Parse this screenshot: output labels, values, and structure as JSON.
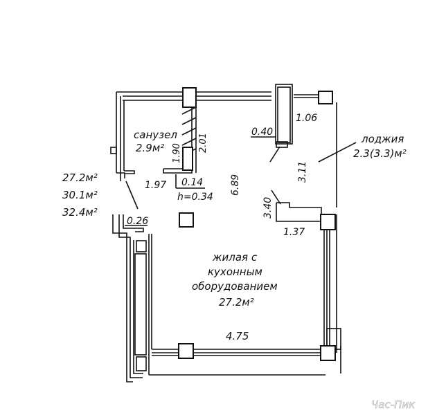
{
  "labels": {
    "bathroom_name": "санузел",
    "bathroom_area": "2.9м²",
    "dim_190": "1.90",
    "dim_201": "2.01",
    "dim_040": "0.40",
    "dim_106": "1.06",
    "loggia_name": "лоджия",
    "loggia_area": "2.3(3.3)м²",
    "dim_311": "3.11",
    "dim_689": "6.89",
    "dim_197": "1.97",
    "dim_014": "0.14",
    "ceiling_h": "h=0.34",
    "dim_340": "3.40",
    "dim_137": "1.37",
    "dim_026": "0.26",
    "area_living": "27.2м²",
    "area_total": "30.1м²",
    "area_total_loggia": "32.4м²",
    "room_line1": "жилая с",
    "room_line2": "кухонным",
    "room_line3": "оборудованием",
    "room_area": "27.2м²",
    "dim_475": "4.75"
  },
  "watermark": "Час-Пик",
  "colors": {
    "ink": "#111111",
    "paper": "#ffffff",
    "watermark": "#cfcfcf"
  }
}
